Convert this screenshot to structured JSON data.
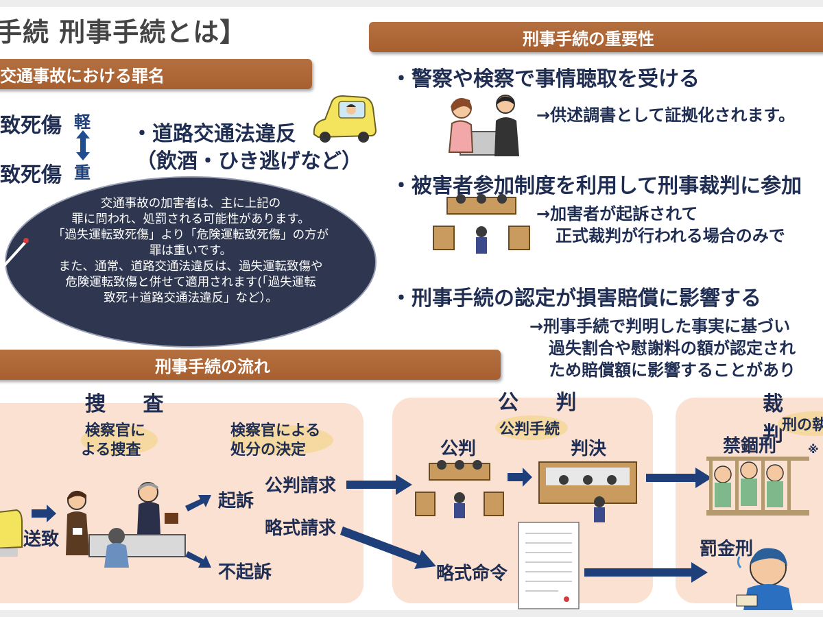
{
  "title": "手続 刑事手続とは】",
  "left_banner": "交通事故における罪名",
  "crimes": {
    "light_crime": "致死傷",
    "heavy_crime": "致死傷",
    "light": "軽",
    "heavy": "重",
    "road_law_line1": "・道路交通法違反",
    "road_law_line2": "（飲酒・ひき逃げなど）"
  },
  "bubble_lines": [
    "交通事故の加害者は、主に上記の",
    "罪に問われ、処罰される可能性があります。",
    "「過失運転致死傷」より「危険運転致死傷」の方が",
    "罪は重いです。",
    "また、通常、道路交通法違反は、過失運転致傷や",
    "危険運転致傷と併せて適用されます(「過失運転",
    "致死＋道路交通法違反」など）。"
  ],
  "importance": {
    "banner": "刑事手続の重要性",
    "point1": "・警察や検察で事情聴取を受ける",
    "point1_sub": "→供述調書として証拠化されます。",
    "point2": "・被害者参加制度を利用して刑事裁判に参加",
    "point2_sub1": "→加害者が起訴されて",
    "point2_sub2": "正式裁判が行われる場合のみで",
    "point3": "・刑事手続の認定が損害賠償に影響する",
    "point3_sub1": "→刑事手続で判明した事実に基づい",
    "point3_sub2": "過失割合や慰謝料の額が認定され",
    "point3_sub3": "ため賠償額に影響することがあり"
  },
  "flow": {
    "banner": "刑事手続の流れ",
    "investigation": "捜 査",
    "prosecutor_investigation_line1": "検察官に",
    "prosecutor_investigation_line2": "よる捜査",
    "prosecutor_decision_line1": "検察官による",
    "prosecutor_decision_line2": "処分の決定",
    "send": "送致",
    "indict": "起訴",
    "no_indict": "不起訴",
    "public_request": "公判請求",
    "summary_request": "略式請求",
    "trial_stage": "公 判",
    "trial_procedure": "公判手続",
    "trial": "公判",
    "judgment": "判決",
    "summary_order": "略式命令",
    "sentence_stage": "裁 判",
    "sentence_exec": "刑の執",
    "imprisonment": "禁錮刑",
    "fine": "罰金刑",
    "note_mark": "※"
  }
}
